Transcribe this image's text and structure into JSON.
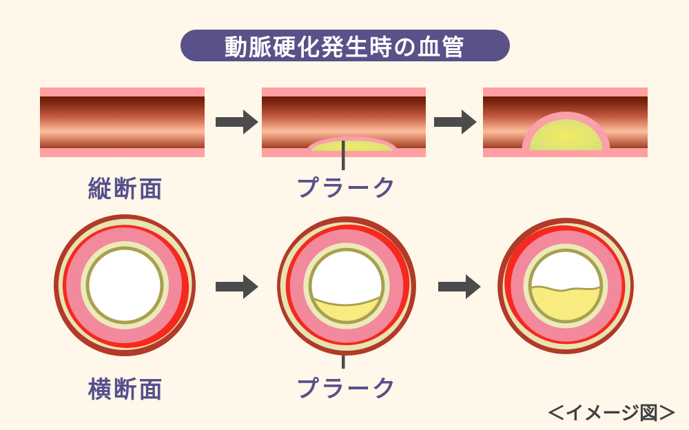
{
  "title": "動脈硬化発生時の血管",
  "labels": {
    "longitudinal_section": "縦断面",
    "cross_section": "横断面",
    "plaque_top": "プラーク",
    "plaque_bottom": "プラーク",
    "footnote": "＜イメージ図＞"
  },
  "palette": {
    "background": "#FFF7EA",
    "banner_bg": "#5A5189",
    "banner_text": "#FFFFFF",
    "label_purple": "#56508A",
    "arrow_gray": "#4B4B4B",
    "leader_line_gray": "#4B4B4B",
    "vessel_band_pink": "#FF9FA1",
    "vessel_wall_dark": "#6B1805",
    "vessel_wall_light": "#FBBE9E",
    "ring_brick": "#B23A28",
    "ring_cream": "#E7E4B4",
    "ring_red": "#F5291D",
    "ring_pink": "#F2899D",
    "ring_inner_cream": "#ECE9BB",
    "ring_olive": "#A8A14D",
    "lumen_white": "#FFFFFF",
    "plaque_yellow": "#F8EC80",
    "plaque_rim_pink": "#F9A0AB",
    "plaque_green_yellow": "#DDE07A",
    "footnote_gray": "#3F3F3F"
  }
}
